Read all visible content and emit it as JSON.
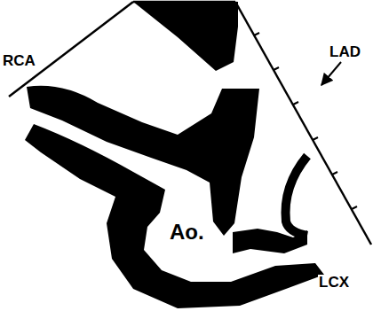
{
  "diagram": {
    "labels": [
      "RCA",
      "LAD",
      "Ao.",
      "LCX"
    ]
  }
}
